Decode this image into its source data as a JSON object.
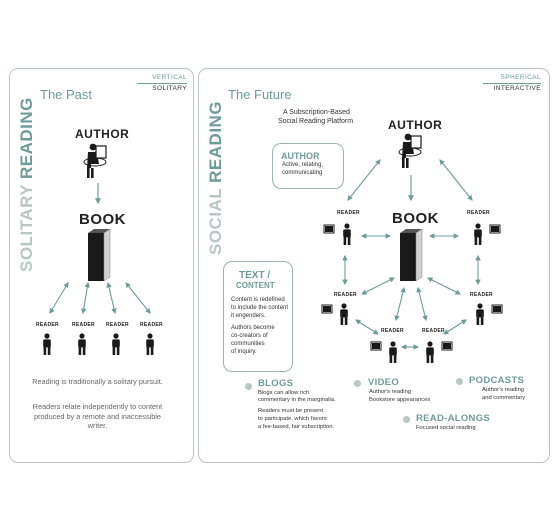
{
  "left": {
    "tag_top": "VERTICAL",
    "tag_bottom": "SOLITARY",
    "vertical_title_light": "SOLITARY",
    "vertical_title_dark": "READING",
    "subtitle": "The Past",
    "author_label": "AUTHOR",
    "book_label": "BOOK",
    "reader_label": "READER",
    "desc1": "Reading is traditionally a solitary pursuit.",
    "desc2": "Readers relate independently to content produced by a remote and inaccessible writer."
  },
  "right": {
    "tag_top": "SPHERICAL",
    "tag_bottom": "INTERACTIVE",
    "vertical_title_light": "SOCIAL",
    "vertical_title_dark": "READING",
    "subtitle": "The Future",
    "platform_line1": "A Subscription-Based",
    "platform_line2": "Social Reading Platform",
    "author_label": "AUTHOR",
    "book_label": "BOOK",
    "reader_label": "READER",
    "author_box": {
      "title": "AUTHOR",
      "line1": "Active, relating,",
      "line2": "communicating"
    },
    "text_box": {
      "title1": "TEXT /",
      "title2": "CONTENT",
      "p1_l1": "Content is redefined",
      "p1_l2": "to include the content",
      "p1_l3": "it engenders.",
      "p2_l1": "Authors become",
      "p2_l2": "co-creators of",
      "p2_l3": "communities",
      "p2_l4": "of inquiry."
    },
    "blogs": {
      "title": "BLOGS",
      "l1": "Blogs can allow rich",
      "l2": "commentary in the marginalia.",
      "l3": "Readers must be present",
      "l4": "to participate, which favors",
      "l5": "a fee-based, fair subscription."
    },
    "video": {
      "title": "VIDEO",
      "l1": "Author's reading",
      "l2": "Bookstore appearances"
    },
    "podcasts": {
      "title": "PODCASTS",
      "l1": "Author's reading",
      "l2": "and commentary"
    },
    "readalongs": {
      "title": "READ-ALONGS",
      "l1": "Focused social reading"
    }
  },
  "colors": {
    "accent": "#6f9a9a",
    "light_accent": "#b9c6c6",
    "figure": "#1a1a1a"
  }
}
